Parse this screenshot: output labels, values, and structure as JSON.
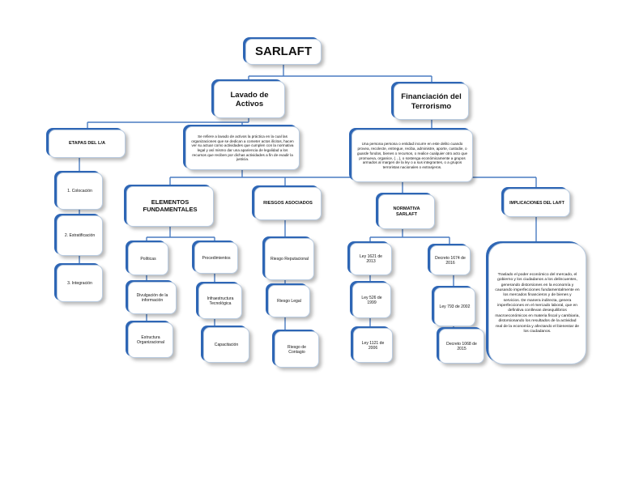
{
  "root": "SARLAFT",
  "lavado": {
    "title": "Lavado de Activos",
    "definition": "Se refiere a lavado de activos la práctica en la cual las organizaciones que se dedican a cometer actos ilícitos, hacen ver su actuar como actividades que cumplen con la normativa legal y así mismo dar una apariencia de legalidad a los recursos que reciben por dichas actividades a fin de evadir la justicia."
  },
  "financiacion": {
    "title": "Financiación del Terrorismo",
    "definition": "Una persona persona o entidad incurre en este delito cuando provea, recolecte, entregue, reciba, administre, aporte, custodie, o guarde fondos, bienes o recursos, o realice cualquier otro acto que promueva, organice, (…), o sostenga económicamente a grupos armados al margen de la ley o a sus integrantes, o a grupos terroristas nacionales o extranjeros."
  },
  "etapas": {
    "title": "ETAPAS DEL L/A",
    "items": [
      "1. Colocación",
      "2. Estratificación",
      "3. Integración"
    ]
  },
  "elementos": {
    "title": "ELEMENTOS FUNDAMENTALES",
    "politicas": [
      "Políticas",
      "Divulgación de la información",
      "Estructura Organizacional"
    ],
    "procedimientos": [
      "Procedimientos",
      "Infraestructura Tecnológica",
      "Capacitación"
    ]
  },
  "riesgos": {
    "title": "RIESGOS ASOCIADOS",
    "items": [
      "Riesgo Reputacional",
      "Riesgo Legal",
      "Riesgo de Contagio"
    ]
  },
  "normativa": {
    "title": "NORMATIVA SARLAFT",
    "leyes": [
      "Ley 1621 de 2013",
      "Ley 526 de 1999",
      "Ley 1121 de 2006"
    ],
    "decretos": [
      "Decreto 1674 de 2016",
      "Ley 793 de 2002",
      "Decreto 1068 de 2015"
    ]
  },
  "implicaciones": {
    "title": "IMPLICACIONES DEL LA/FT",
    "text": "Traslado el poder económico del mercado, el gobierno y los ciudadanos a los delincuentes, generando distorsiones en la economía y causando imperfecciones fundamentalmente en los mercados financieros y de bienes y servicios. De manera indirecta, genera imperfecciones en el mercado laboral, que en definitiva conllevan desequilibrios macroeconómicos en materia fiscal y cambiaria, distorsionando los resultados de la actividad real de la economía y afectando el bienestar de los ciudadanos."
  },
  "colors": {
    "accent": "#2e66b5",
    "connector": "#4a7cc2"
  }
}
